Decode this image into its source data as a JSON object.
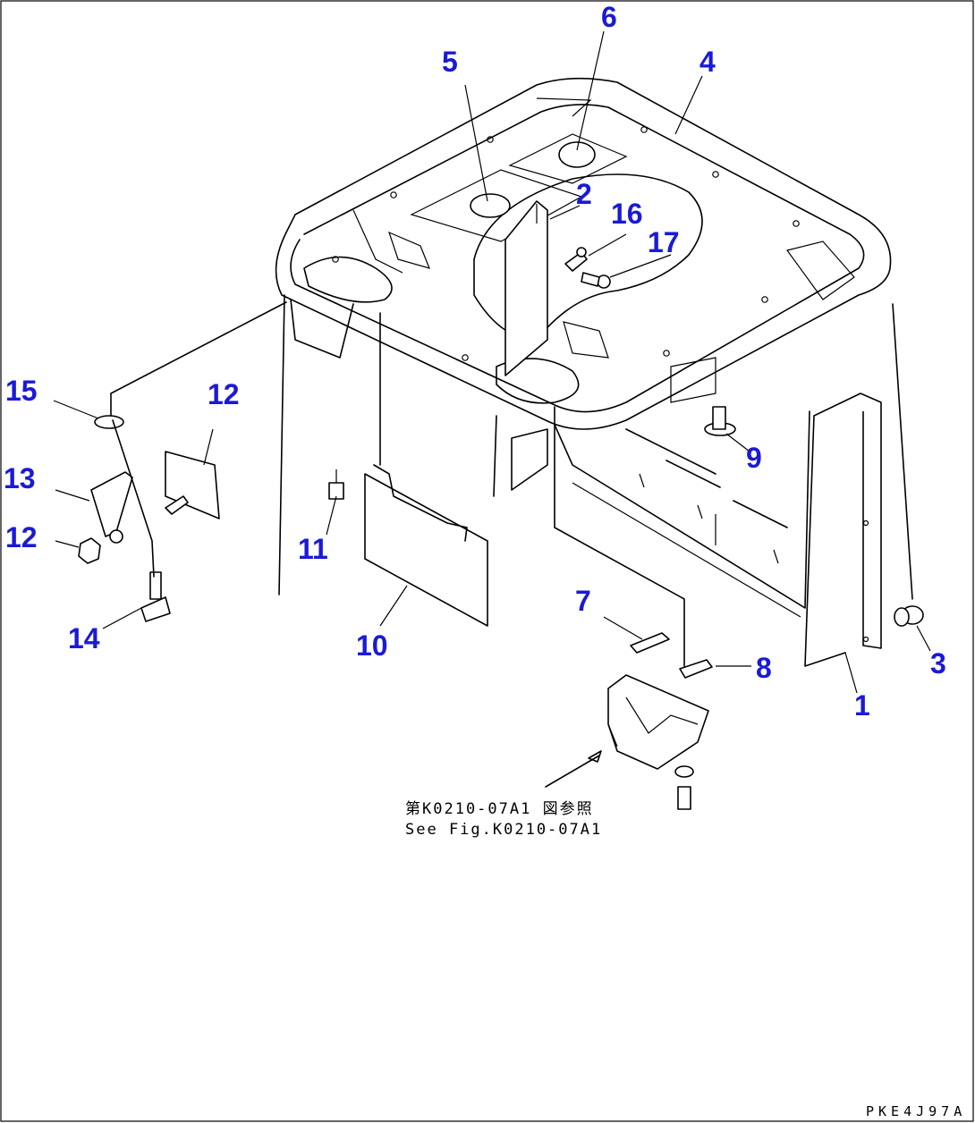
{
  "callouts": [
    {
      "label": "1"
    },
    {
      "label": "2"
    },
    {
      "label": "3"
    },
    {
      "label": "4"
    },
    {
      "label": "5"
    },
    {
      "label": "6"
    },
    {
      "label": "7"
    },
    {
      "label": "8"
    },
    {
      "label": "9"
    },
    {
      "label": "10"
    },
    {
      "label": "11"
    },
    {
      "label": "12"
    },
    {
      "label": "12"
    },
    {
      "label": "13"
    },
    {
      "label": "14"
    },
    {
      "label": "15"
    },
    {
      "label": "16"
    },
    {
      "label": "17"
    }
  ],
  "reference_note": {
    "line1": "第K0210-07A1 図参照",
    "line2": "See Fig.K0210-07A1"
  },
  "drawing_code": "PKE4J97A",
  "colors": {
    "callout": "#1a1ad6",
    "line": "#000000",
    "background": "#ffffff"
  }
}
